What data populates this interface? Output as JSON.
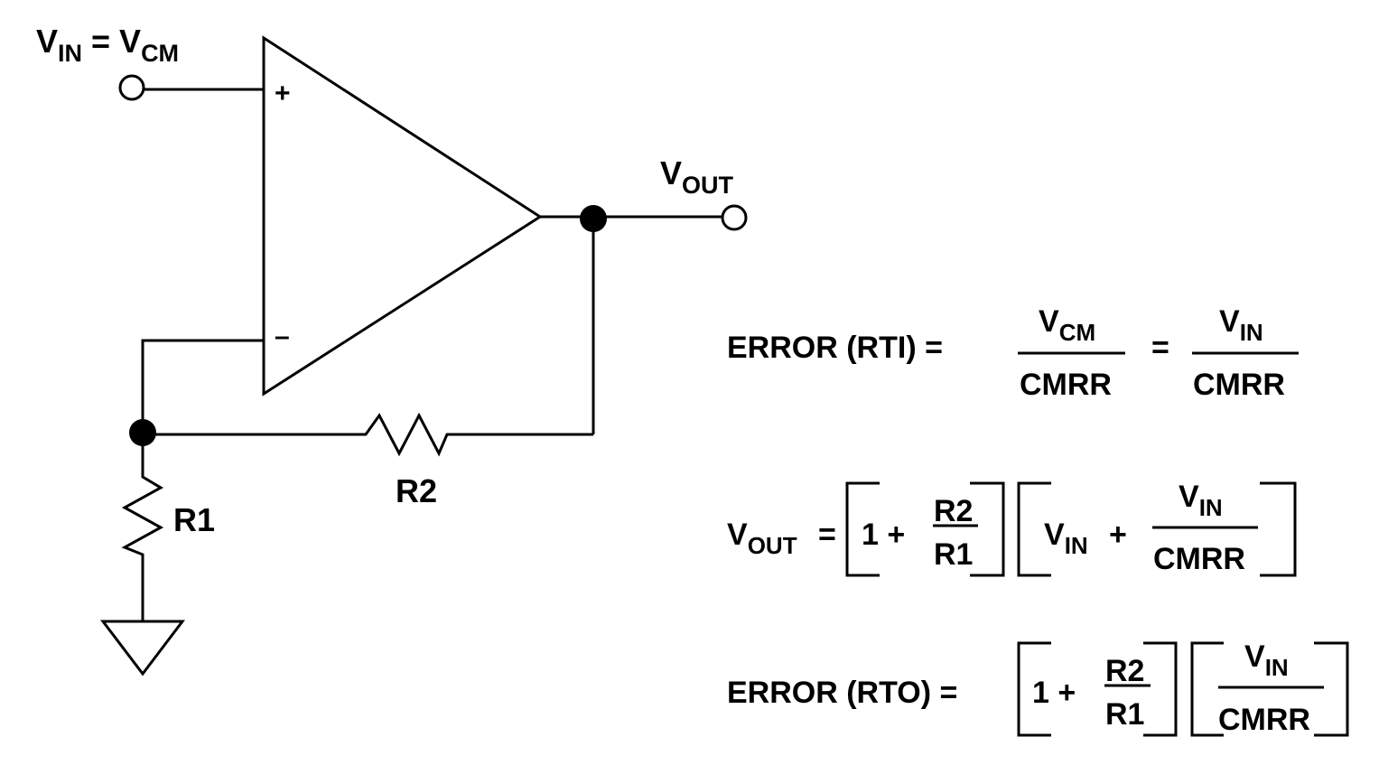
{
  "circuit": {
    "input_label": {
      "main": "V",
      "sub": "IN",
      "eq": " = ",
      "main2": "V",
      "sub2": "CM"
    },
    "output_label": {
      "main": "V",
      "sub": "OUT"
    },
    "plus": "+",
    "minus": "–",
    "r1": "R1",
    "r2": "R2"
  },
  "equations": {
    "rti": {
      "label": "ERROR (RTI) =",
      "num1_main": "V",
      "num1_sub": "CM",
      "den1": "CMRR",
      "eq": "=",
      "num2_main": "V",
      "num2_sub": "IN",
      "den2": "CMRR"
    },
    "vout": {
      "lhs_main": "V",
      "lhs_sub": "OUT",
      "eq": "=",
      "one_plus": "1 +",
      "num": "R2",
      "den": "R1",
      "vin_main": "V",
      "vin_sub": "IN",
      "plus": "+",
      "frac_num_main": "V",
      "frac_num_sub": "IN",
      "frac_den": "CMRR"
    },
    "rto": {
      "label": "ERROR (RTO) =",
      "one_plus": "1 +",
      "num": "R2",
      "den": "R1",
      "frac_num_main": "V",
      "frac_num_sub": "IN",
      "frac_den": "CMRR"
    }
  }
}
